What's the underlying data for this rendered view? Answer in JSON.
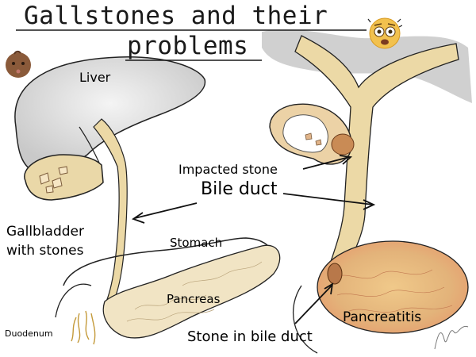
{
  "title": {
    "line1": "Gallstones and their",
    "line2": "problems"
  },
  "labels": {
    "liver": "Liver",
    "gallbladder_line1": "Gallbladder",
    "gallbladder_line2": "with stones",
    "stomach": "Stomach",
    "pancreas": "Pancreas",
    "duodenum": "Duodenum",
    "impacted_stone": "Impacted stone",
    "bile_duct": "Bile duct",
    "pancreatitis": "Pancreatitis",
    "stone_in_bile_duct": "Stone in bile duct"
  },
  "icons": {
    "baby": "baby-face-icon",
    "worried": "worried-face-icon"
  },
  "colors": {
    "bile": "#ecd9a6",
    "inflamed": "#e3b37a",
    "shadow": "#8a8a8a",
    "outline": "#1a1a1a"
  }
}
